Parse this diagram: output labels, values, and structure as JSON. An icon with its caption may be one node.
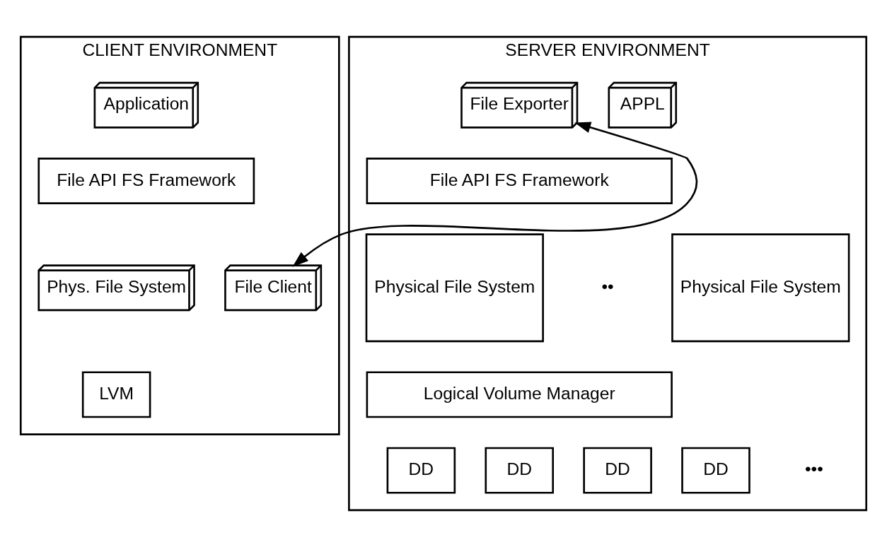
{
  "diagram": {
    "nodes": [
      {
        "text": [
          "CLIENT ENVIRONMENT"
        ]
      },
      {
        "text": [
          "Application"
        ],
        "in": 0
      },
      {
        "text": [
          "File API FS Framework"
        ],
        "in": 0
      },
      {
        "text": [
          "Phys. File System"
        ],
        "in": 0
      },
      {
        "text": [
          "LVM"
        ],
        "in": 0
      },
      {
        "text": [
          "File Client"
        ],
        "in": 0
      },
      {
        "text": [
          "SERVER ENVIRONMENT"
        ]
      },
      {
        "text": [
          "File Exporter"
        ],
        "in": 6
      },
      {
        "text": [
          "APPL"
        ],
        "in": 6
      },
      {
        "text": [
          "File API FS Framework"
        ],
        "in": 6
      },
      {
        "text": [
          "Physical File System"
        ],
        "in": 6
      },
      {
        "text": [
          "Physical File System"
        ],
        "in": 6
      },
      {
        "text": [
          "Logical Volume Manager"
        ],
        "in": 6
      },
      {
        "text": [
          "DD"
        ],
        "in": 6
      },
      {
        "text": [
          "DD"
        ],
        "in": 6
      },
      {
        "text": [
          "DD"
        ],
        "in": 6
      },
      {
        "text": [
          "DD"
        ],
        "in": 6
      }
    ],
    "edges": [
      {
        "from": 5,
        "to": 7,
        "arrow": "both"
      }
    ],
    "labels": [
      "••",
      "•••"
    ]
  }
}
